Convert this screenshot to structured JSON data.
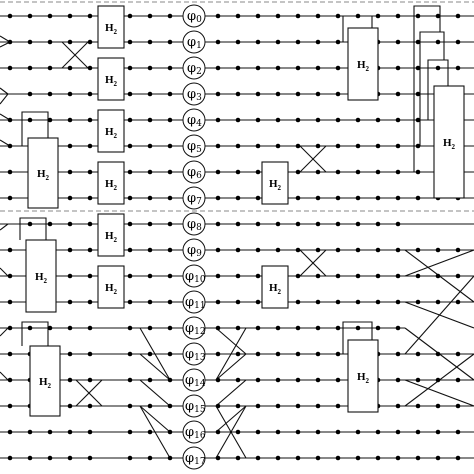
{
  "diagram": {
    "gate_label": "H",
    "gate_label_sub": "2",
    "node_symbol": "φ",
    "nodes": [
      "0",
      "1",
      "2",
      "3",
      "4",
      "5",
      "6",
      "7",
      "8",
      "9",
      "10",
      "11",
      "12",
      "13",
      "14",
      "15",
      "16",
      "17"
    ],
    "colors": {
      "line": "#111111",
      "separator": "#8a8a8a",
      "background": "#ffffff"
    }
  }
}
